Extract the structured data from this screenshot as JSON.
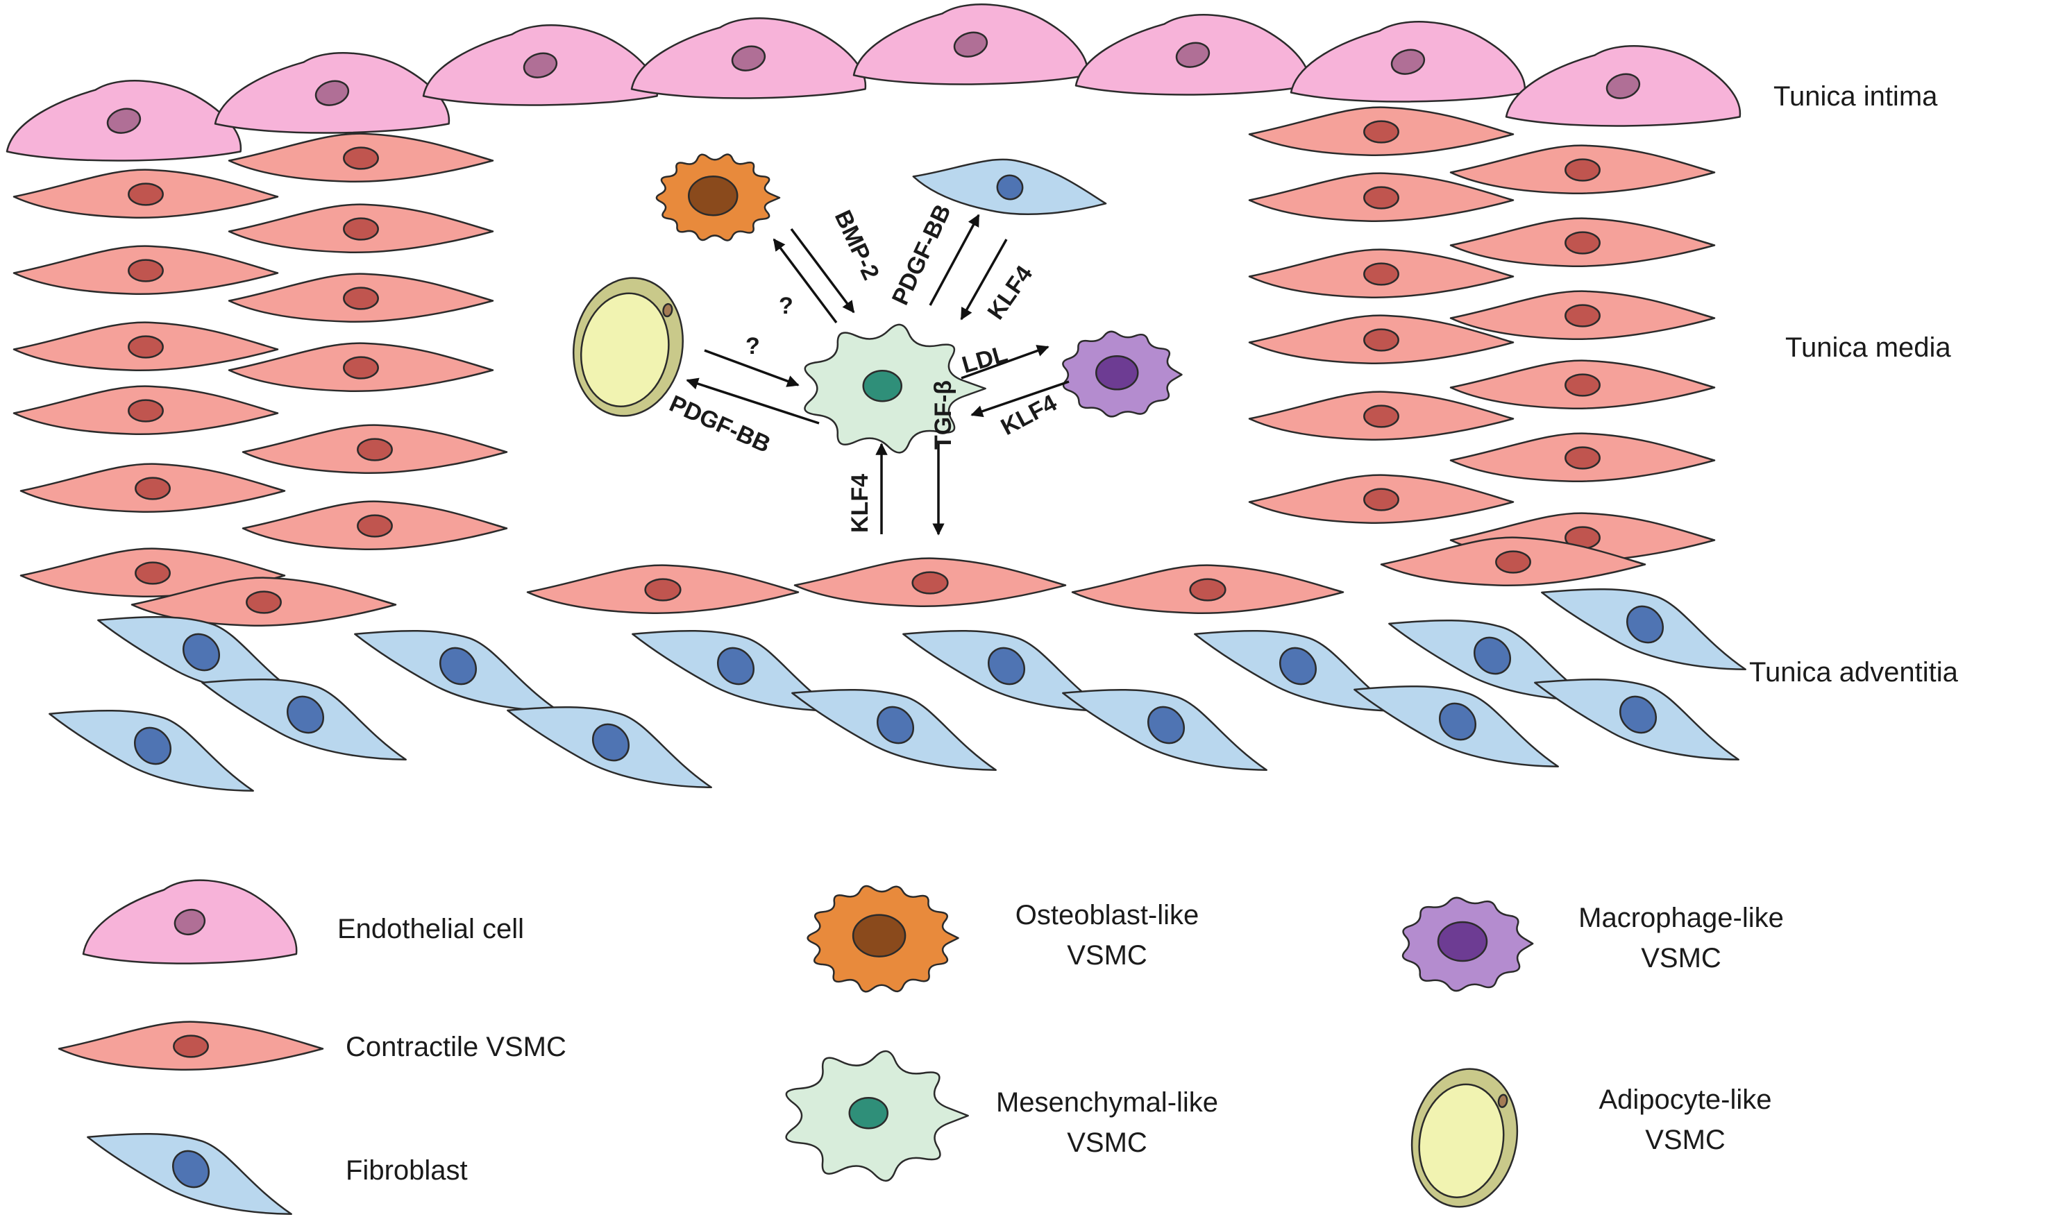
{
  "layers": {
    "intima": "Tunica intima",
    "media": "Tunica media",
    "adventitia": "Tunica adventitia"
  },
  "signals": {
    "bmp2": "BMP-2",
    "pdgfbb_top": "PDGF-BB",
    "klf4_top": "KLF4",
    "ldl": "LDL",
    "klf4_right": "KLF4",
    "tgfb": "TGF-β",
    "klf4_bottom": "KLF4",
    "pdgfbb_left": "PDGF-BB",
    "q_osteo": "?",
    "q_adipo": "?"
  },
  "legend": {
    "endothelial": "Endothelial cell",
    "contractile": "Contractile VSMC",
    "fibroblast": "Fibroblast",
    "osteoblast": [
      "Osteoblast-like",
      "VSMC"
    ],
    "mesenchymal": [
      "Mesenchymal-like",
      "VSMC"
    ],
    "macrophage": [
      "Macrophage-like",
      "VSMC"
    ],
    "adipocyte": [
      "Adipocyte-like",
      "VSMC"
    ]
  },
  "colors": {
    "endothelial_fill": "#f7b3d9",
    "endothelial_nucleus": "#b06f96",
    "contractile_fill": "#f5a19a",
    "contractile_nucleus": "#c0554f",
    "fibroblast_fill": "#b9d7ee",
    "fibroblast_nucleus": "#4f74b3",
    "osteoblast_fill": "#e88a3c",
    "osteoblast_nucleus": "#8a4a1c",
    "mesenchymal_fill": "#d8eddb",
    "mesenchymal_nucleus": "#2f8f79",
    "macrophage_fill": "#b48ccf",
    "macrophage_nucleus": "#6d3c93",
    "adipocyte_fill": "#f1f3b1",
    "adipocyte_rim": "#c9c98a",
    "question_mark": "#d6303c"
  },
  "icons": {
    "endothelial": "endothelial-cell-icon",
    "contractile": "contractile-vsmc-icon",
    "fibroblast": "fibroblast-icon",
    "osteoblast": "osteoblast-like-vsmc-icon",
    "mesenchymal": "mesenchymal-like-vsmc-icon",
    "macrophage": "macrophage-like-vsmc-icon",
    "adipocyte": "adipocyte-like-vsmc-icon"
  }
}
